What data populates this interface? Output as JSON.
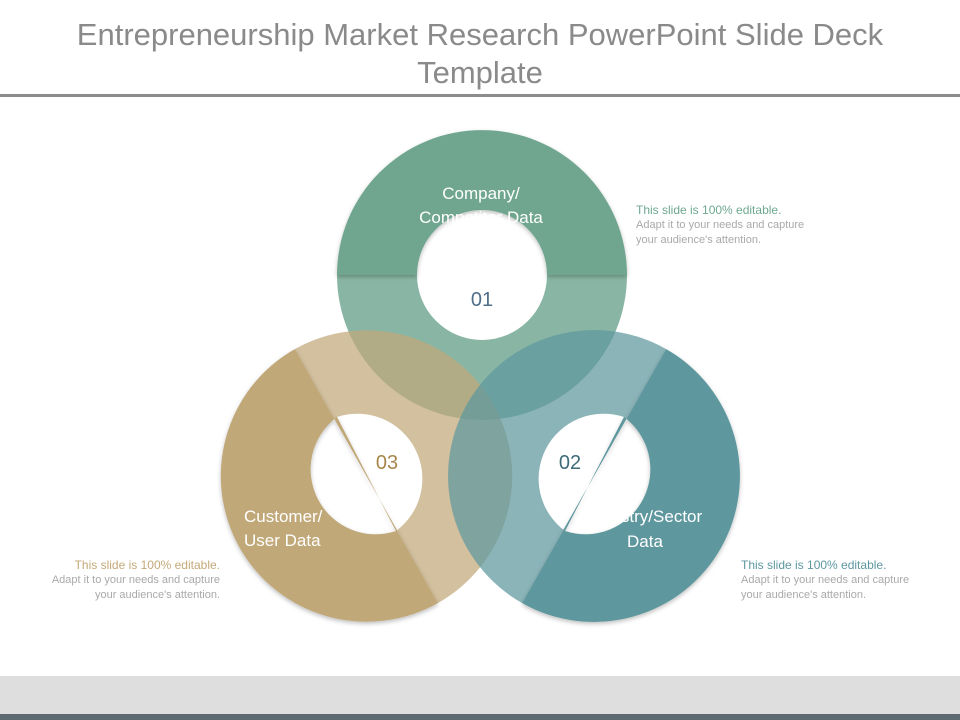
{
  "slide": {
    "title": "Entrepreneurship Market Research PowerPoint Slide Deck Template"
  },
  "colors": {
    "green": "#6fa690",
    "teal": "#5e979e",
    "tan": "#c0a878",
    "white": "#ffffff"
  },
  "segments": [
    {
      "number": "01",
      "label_line1": "Company/",
      "label_line2": "Competitor Data",
      "color": "#6fa690"
    },
    {
      "number": "02",
      "label_line1": "Industry/Sector",
      "label_line2": "Data",
      "color": "#5e979e"
    },
    {
      "number": "03",
      "label_line1": "Customer/",
      "label_line2": "User Data",
      "color": "#c0a878"
    }
  ],
  "notes": [
    {
      "position": "top-right",
      "heading": "This slide is 100% editable.",
      "line1": "Adapt it to your needs and capture",
      "line2": "your audience's attention."
    },
    {
      "position": "bottom-right",
      "heading": "This slide is 100% editable.",
      "line1": "Adapt it to your needs and capture",
      "line2": "your audience's attention."
    },
    {
      "position": "bottom-left",
      "heading": "This slide is 100% editable.",
      "line1": "Adapt it to your needs and capture",
      "line2": "your audience's attention."
    }
  ]
}
